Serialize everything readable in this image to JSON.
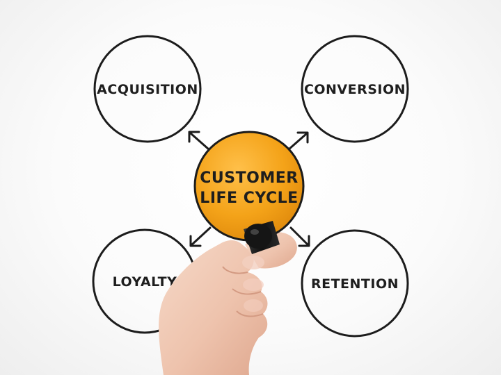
{
  "diagram": {
    "center": {
      "line1": "CUSTOMER",
      "line2": "LIFE CYCLE",
      "color": "#f4a319"
    },
    "nodes": [
      {
        "id": "acquisition",
        "label": "ACQUISITION"
      },
      {
        "id": "conversion",
        "label": "CONVERSION"
      },
      {
        "id": "loyalty",
        "label": "LOYALTY"
      },
      {
        "id": "retention",
        "label": "RETENTION"
      }
    ]
  }
}
